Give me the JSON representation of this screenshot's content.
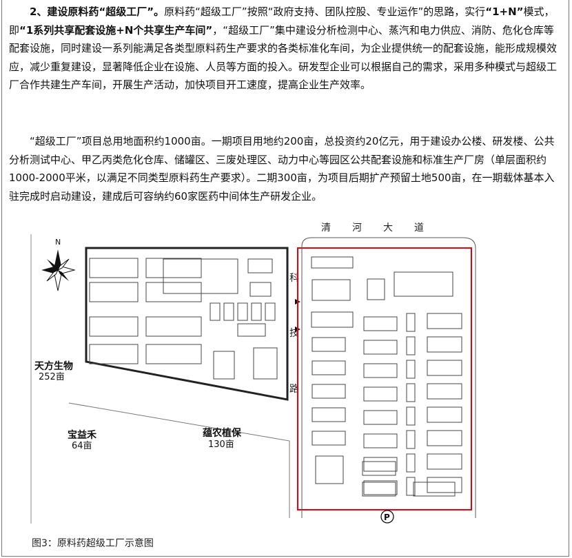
{
  "paragraph1": {
    "heading": "2、建设原料药“超级工厂”。",
    "t1": "原料药“超级工厂”按照“政府支持、团队控股、专业运作”的思路，实行",
    "b1": "“1+N”",
    "t2": "模式，即",
    "b2": "“1系列共享配套设施+N个共享生产车间”",
    "t3": "，“超级工厂”集中建设分析检测中心、蒸汽和电力供应、消防、危化仓库等配套设施，同时建设一系列能满足各类型原料药生产要求的各类标准化车间，为企业提供统一的配套设施，能形成规模效应，减少重复建设，显著降低企业在设施、人员等方面的投入。研发型企业可以根据自己的需求，采用多种模式与超级工厂合作共建生产车间，开展生产活动，加快项目开工速度，提高企业生产效率。"
  },
  "paragraph2": "“超级工厂”项目总用地面积约1000亩。一期项目用地约200亩，总投资约20亿元，用于建设办公楼、研发楼、公共分析测试中心、甲乙丙类危化仓库、储罐区、三废处理区、动力中心等园区公共配套设施和标准生产厂房（单层面积约1000-2000平米，以满足不同类型原料药生产要求）。二期300亩，为项目后期扩产预留土地500亩，在一期载体基本入驻完成时启动建设，建成后可容纳约60家医药中间体生产研发企业。",
  "map": {
    "north": "N",
    "road_top": [
      "清",
      "河",
      "大",
      "道"
    ],
    "road_side": [
      "科",
      "技",
      "路"
    ],
    "parking": "P",
    "plots": [
      {
        "name": "天方生物",
        "area": "252亩"
      },
      {
        "name": "宝益禾",
        "area": "64亩"
      },
      {
        "name": "蕴农植保",
        "area": "130亩"
      }
    ]
  },
  "caption": "图3：原料药超级工厂示意图",
  "colors": {
    "boundary": "#e3000f",
    "lines": "#333333"
  }
}
